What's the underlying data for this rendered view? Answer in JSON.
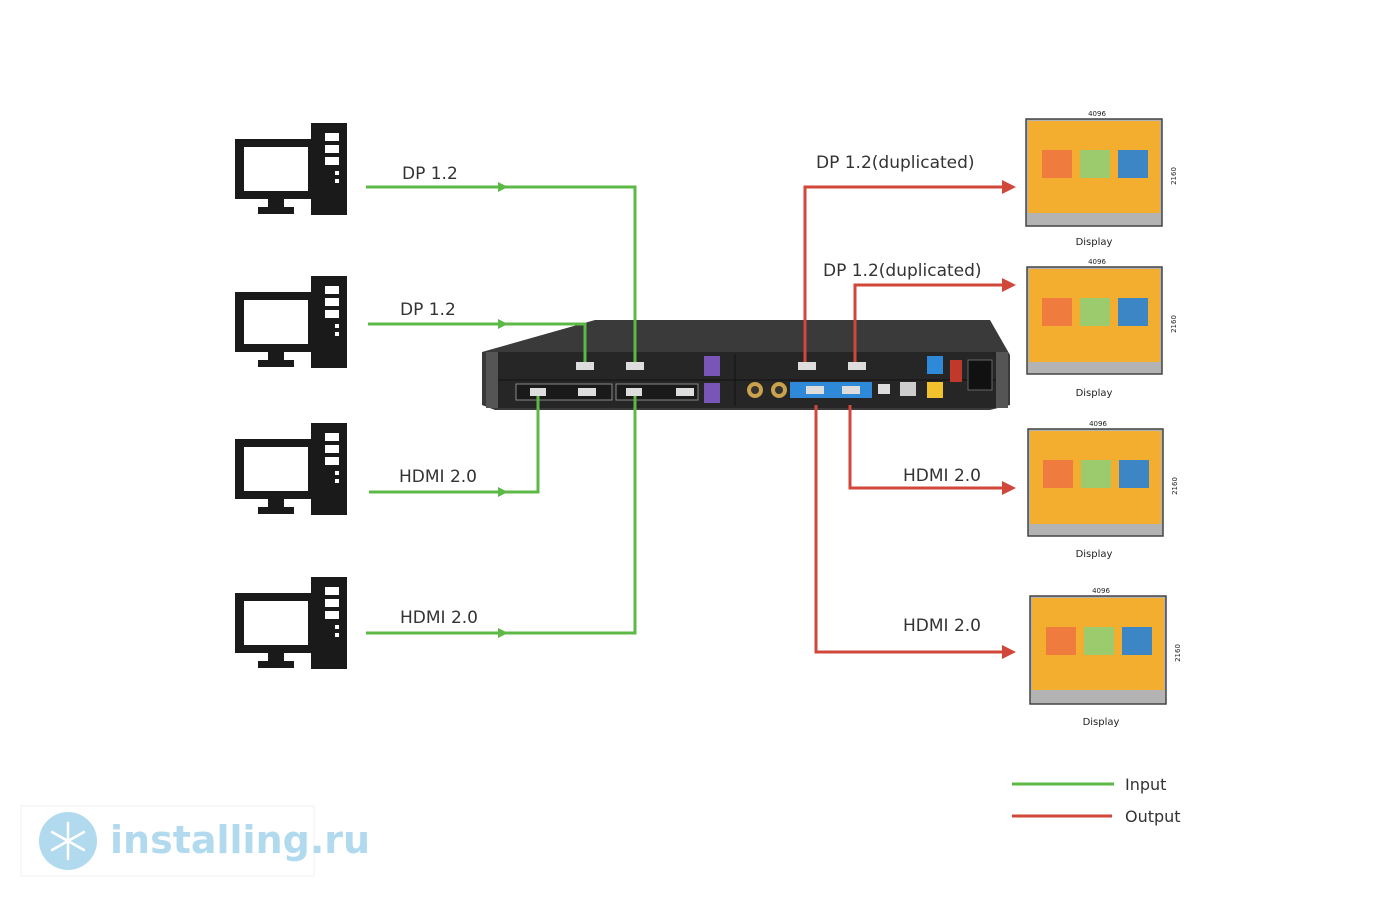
{
  "colors": {
    "input": "#5cb946",
    "output": "#d1473a",
    "screen": "#f4ae2f",
    "block1": "#ef7c3e",
    "block2": "#9ccb6e",
    "block3": "#3d86c6",
    "computer": "#1a1a1a",
    "device": "#2b2b2b"
  },
  "inputs": [
    {
      "label": "DP 1.2",
      "icon": "desktop-computer-icon"
    },
    {
      "label": "DP 1.2",
      "icon": "desktop-computer-icon"
    },
    {
      "label": "HDMI 2.0",
      "icon": "desktop-computer-icon"
    },
    {
      "label": "HDMI 2.0",
      "icon": "desktop-computer-icon"
    }
  ],
  "outputs": [
    {
      "label": "DP 1.2(duplicated)",
      "width_label": "4096",
      "height_label": "2160",
      "caption": "Display"
    },
    {
      "label": "DP 1.2(duplicated)",
      "width_label": "4096",
      "height_label": "2160",
      "caption": "Display"
    },
    {
      "label": "HDMI 2.0",
      "width_label": "4096",
      "height_label": "2160",
      "caption": "Display"
    },
    {
      "label": "HDMI 2.0",
      "width_label": "4096",
      "height_label": "2160",
      "caption": "Display"
    }
  ],
  "legend": {
    "input": "Input",
    "output": "Output"
  },
  "watermark": {
    "text": "installing.ru",
    "icon": "snowflake-icon"
  }
}
